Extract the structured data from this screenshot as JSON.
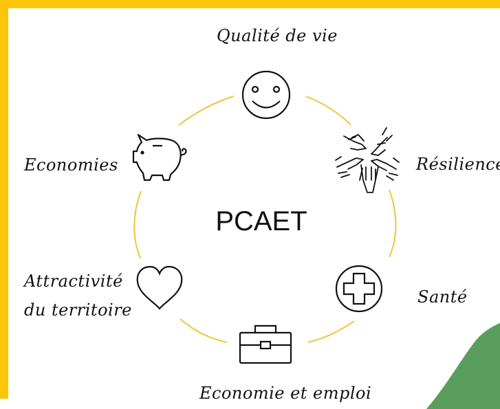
{
  "diagram": {
    "center": "PCAET",
    "items": {
      "top": {
        "label": "Qualité de vie",
        "icon": "smiley-icon"
      },
      "top_right": {
        "label": "Résilience",
        "icon": "hands-icon"
      },
      "bottom_right": {
        "label": "Santé",
        "icon": "medical-cross-icon"
      },
      "bottom": {
        "label": "Economie et emploi",
        "icon": "briefcase-icon"
      },
      "bottom_left": {
        "label_lines": [
          "Attractivité",
          "du territoire"
        ],
        "icon": "heart-icon"
      },
      "top_left": {
        "label": "Economies",
        "icon": "piggy-bank-icon"
      }
    }
  },
  "colors": {
    "frame": "#fbc50a",
    "ring": "#f3c437",
    "leaf": "#5a9e5d",
    "ink": "#111111"
  }
}
